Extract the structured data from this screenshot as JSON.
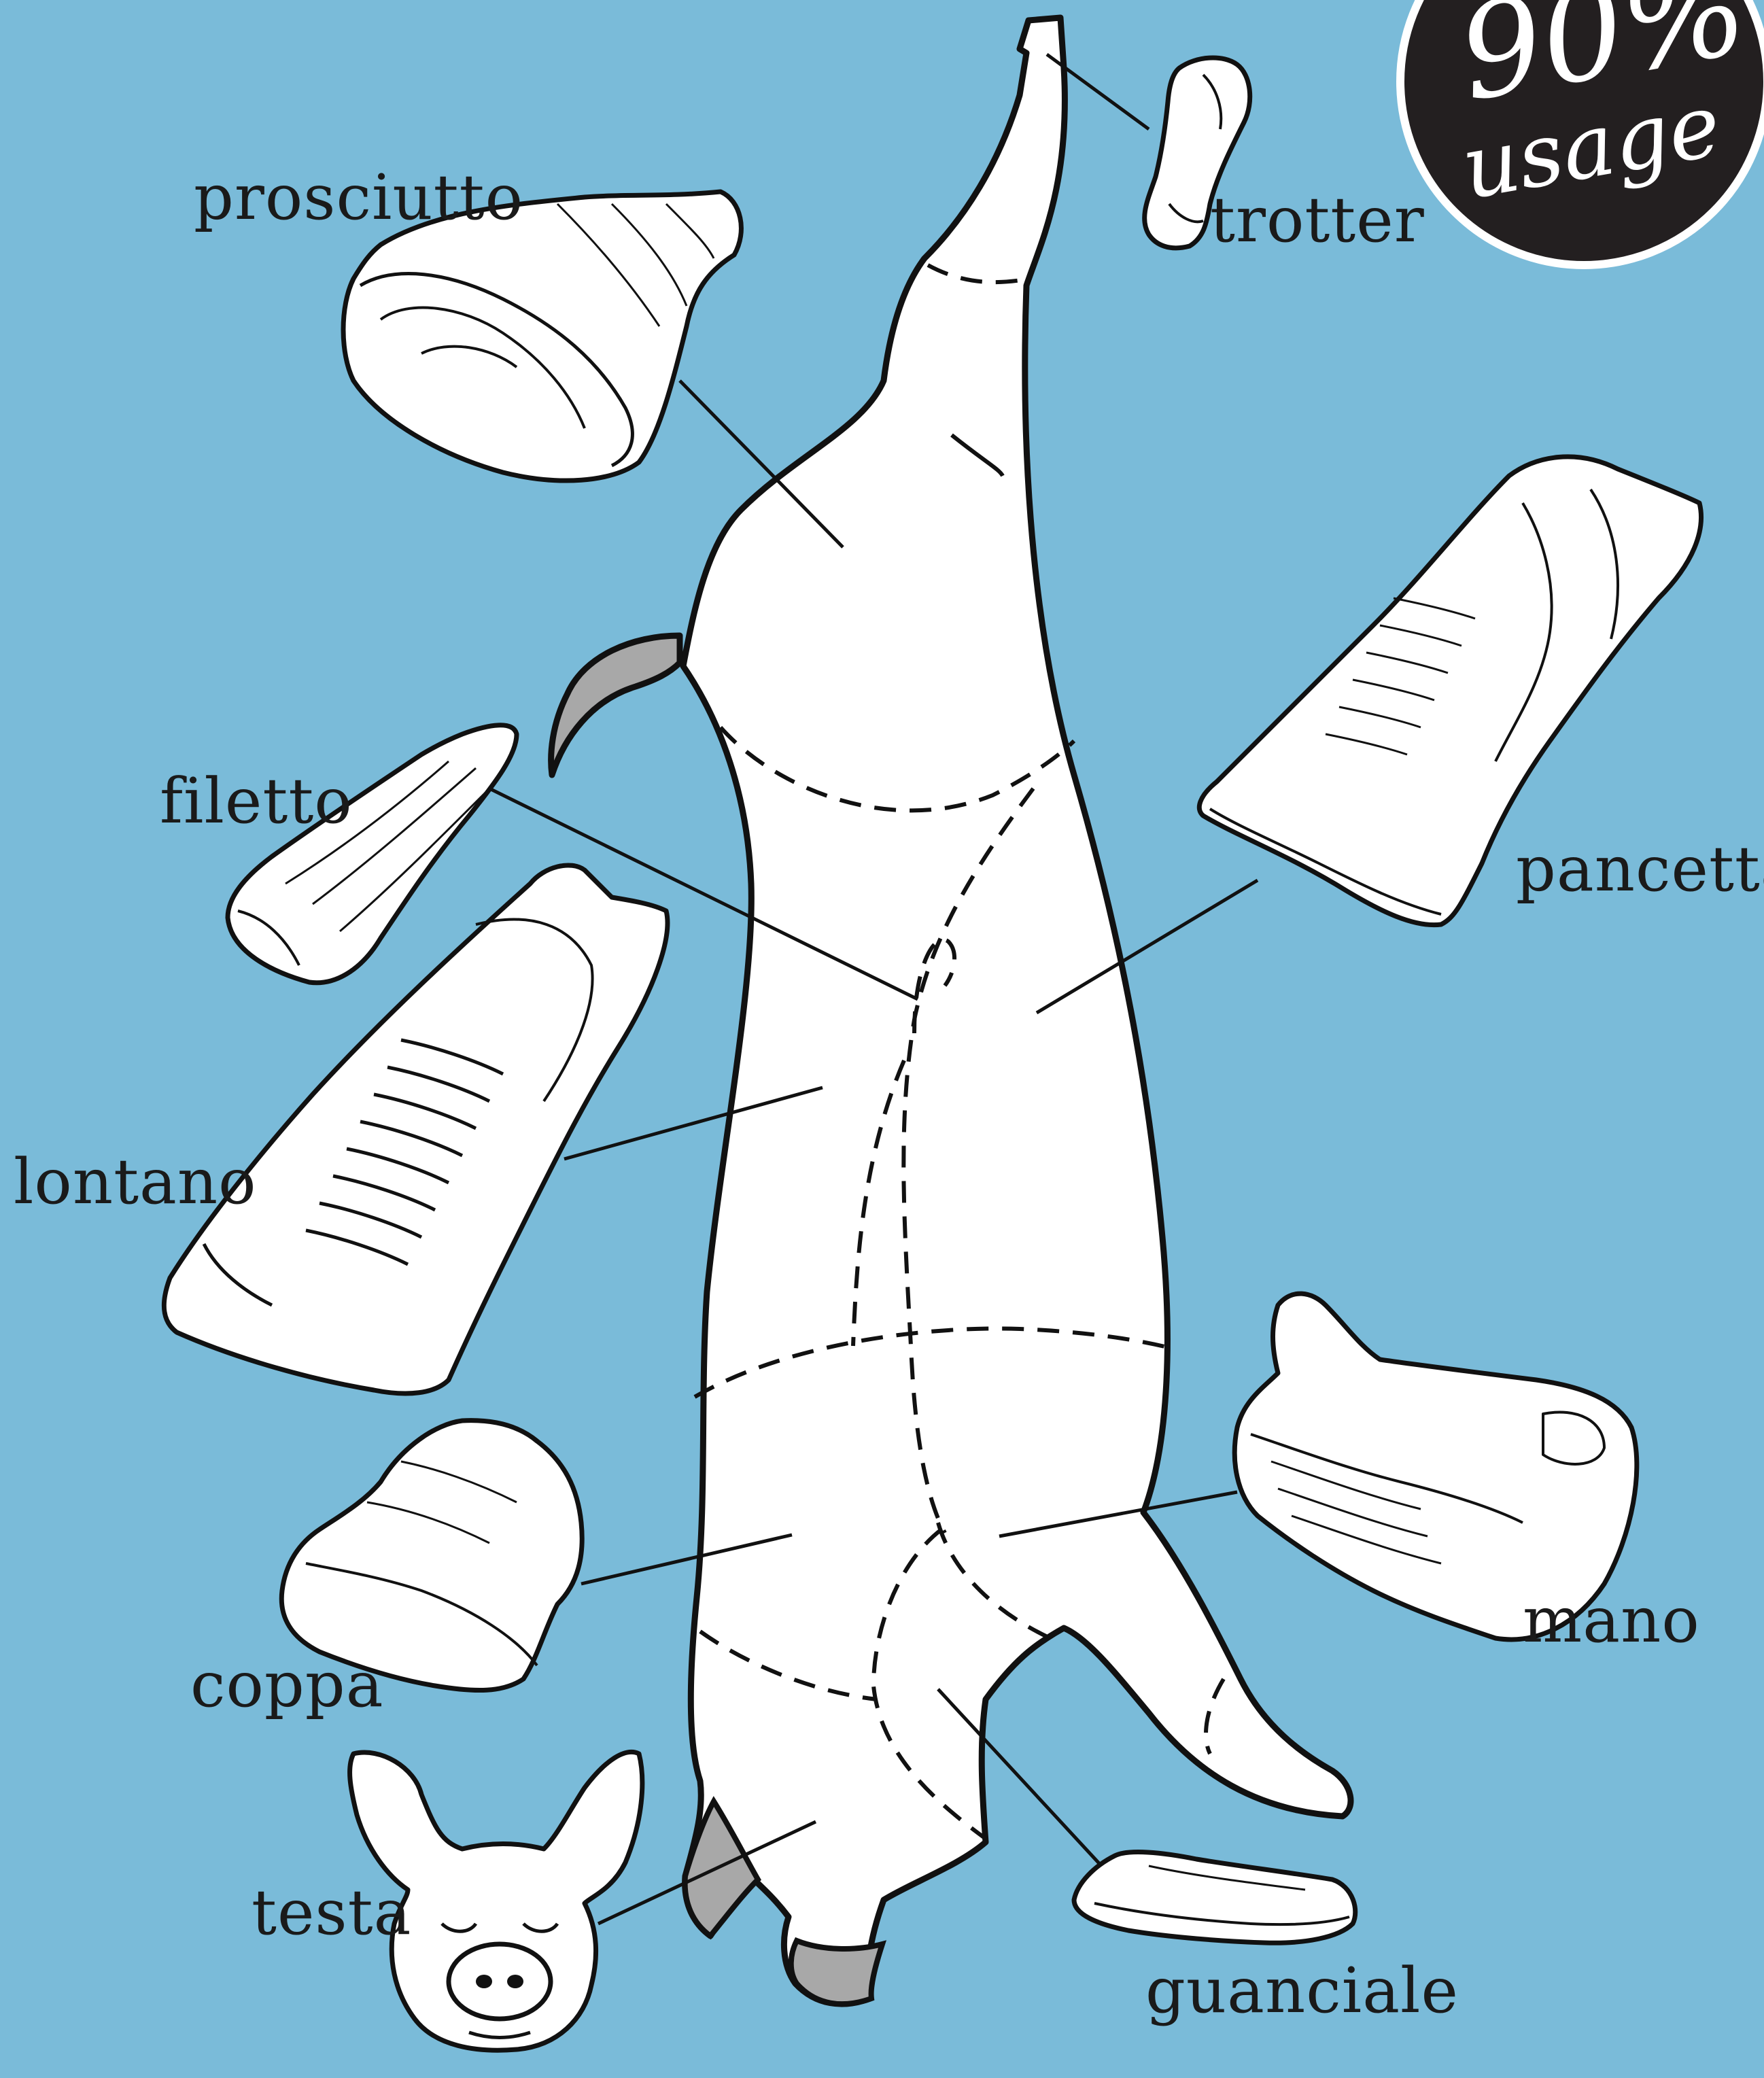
{
  "badge": {
    "percent": "90%",
    "word": "usage"
  },
  "labels": {
    "prosciutto": "prosciutto",
    "trotter": "trotter",
    "filetto": "filetto",
    "pancetta": "pancetta",
    "lontano": "lontano",
    "mano": "mano",
    "coppa": "coppa",
    "testa": "testa",
    "guanciale": "guanciale"
  },
  "colors": {
    "background": "#7abbd9",
    "carcass_fill": "#ffffff",
    "outline": "#111111",
    "hoof_grey": "#a8a8a8",
    "badge_fill": "#231f20"
  }
}
